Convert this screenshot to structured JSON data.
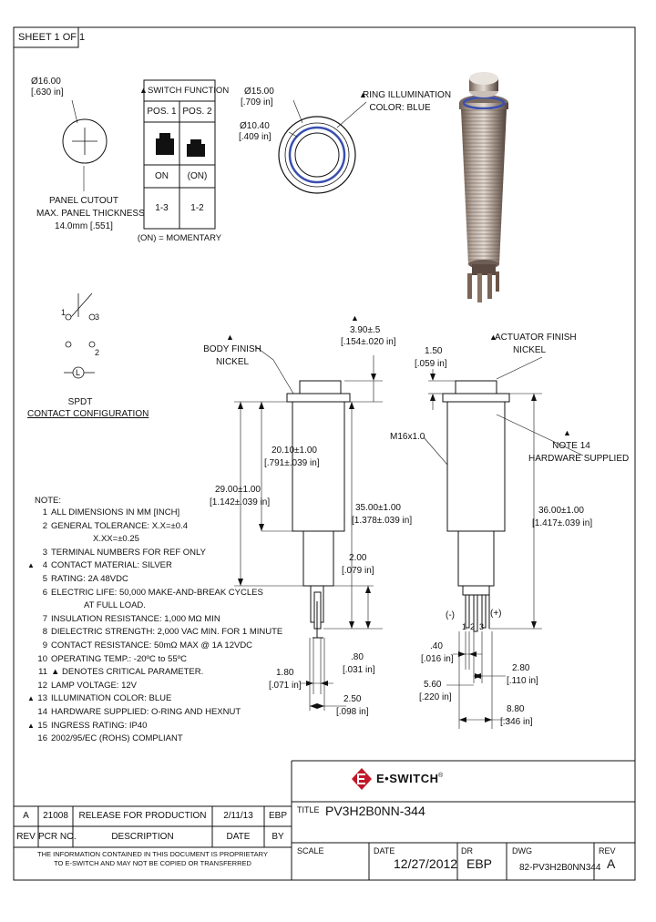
{
  "sheet": "SHEET 1 OF 1",
  "panel_cutout": {
    "dia_mm": "Ø16.00",
    "dia_in": "[.630 in]",
    "caption": [
      "PANEL CUTOUT",
      "MAX. PANEL THICKNESS",
      "14.0mm [.551]"
    ]
  },
  "switch_function": {
    "title": "SWITCH FUNCTION",
    "headers": [
      "POS. 1",
      "POS. 2"
    ],
    "states": [
      "ON",
      "(ON)"
    ],
    "contacts": [
      "1-3",
      "1-2"
    ],
    "footnote": "(ON) = MOMENTARY"
  },
  "front_view": {
    "dia1_mm": "Ø15.00",
    "dia1_in": "[.709 in]",
    "dia2_mm": "Ø10.40",
    "dia2_in": "[.409 in]",
    "ring_label": [
      "RING ILLUMINATION",
      "COLOR: BLUE"
    ]
  },
  "spdt": {
    "pins": [
      "1",
      "3",
      "2",
      "L"
    ],
    "caption": [
      "SPDT",
      "CONTACT CONFIGURATION"
    ]
  },
  "side_left": {
    "body_finish": [
      "BODY FINISH",
      "NICKEL"
    ],
    "dim_top_mm": "3.90±.5",
    "dim_top_in": "[.154±.020 in]",
    "dim_body_mm": "20.10±1.00",
    "dim_body_in": "[.791±.039 in]",
    "dim_len_mm": "29.00±1.00",
    "dim_len_in": "[1.142±.039 in]",
    "dim_tot_mm": "35.00±1.00",
    "dim_tot_in": "[1.378±.039 in]",
    "dim_term_mm": "2.00",
    "dim_term_in": "[.079 in]",
    "dim_pin_mm": ".80",
    "dim_pin_in": "[.031 in]",
    "dim_slot_mm": "1.80",
    "dim_slot_in": "[.071 in]",
    "dim_pitch_mm": "2.50",
    "dim_pitch_in": "[.098 in]"
  },
  "side_right": {
    "actuator_finish": [
      "ACTUATOR FINISH",
      "NICKEL"
    ],
    "dim_act_mm": "1.50",
    "dim_act_in": "[.059 in]",
    "thread": "M16x1.0",
    "note14": [
      "NOTE 14",
      "HARDWARE SUPPLIED"
    ],
    "dim_tot_mm": "36.00±1.00",
    "dim_tot_in": "[1.417±.039 in]",
    "minus": "(-)",
    "plus": "(+)",
    "pin_labels": [
      "1",
      "2",
      "3"
    ],
    "dim_a_mm": ".40",
    "dim_a_in": "[.016 in]",
    "dim_b_mm": "5.60",
    "dim_b_in": "[.220 in]",
    "dim_c_mm": "2.80",
    "dim_c_in": "[.110 in]",
    "dim_d_mm": "8.80",
    "dim_d_in": "[.346 in]"
  },
  "notes": {
    "title": "NOTE:",
    "items": [
      {
        "n": "1",
        "crit": false,
        "text": "ALL DIMENSIONS IN MM [INCH]"
      },
      {
        "n": "2",
        "crit": false,
        "text": "GENERAL TOLERANCE: X.X=±0.4"
      },
      {
        "n": "",
        "crit": false,
        "text": "X.XX=±0.25"
      },
      {
        "n": "3",
        "crit": false,
        "text": "TERMINAL NUMBERS FOR REF ONLY"
      },
      {
        "n": "4",
        "crit": true,
        "text": "CONTACT MATERIAL: SILVER"
      },
      {
        "n": "5",
        "crit": false,
        "text": "RATING: 2A 48VDC"
      },
      {
        "n": "6",
        "crit": false,
        "text": "ELECTRIC LIFE: 50,000 MAKE-AND-BREAK CYCLES"
      },
      {
        "n": "",
        "crit": false,
        "text": "AT FULL LOAD."
      },
      {
        "n": "7",
        "crit": false,
        "text": "INSULATION RESISTANCE: 1,000 MΩ MIN"
      },
      {
        "n": "8",
        "crit": false,
        "text": "DIELECTRIC STRENGTH: 2,000 VAC MIN. FOR 1 MINUTE"
      },
      {
        "n": "9",
        "crit": false,
        "text": "CONTACT RESISTANCE: 50mΩ MAX @ 1A 12VDC"
      },
      {
        "n": "10",
        "crit": false,
        "text": "OPERATING TEMP.: -20ºC to 55ºC"
      },
      {
        "n": "11",
        "crit": false,
        "text": "▲ DENOTES CRITICAL PARAMETER."
      },
      {
        "n": "12",
        "crit": false,
        "text": "LAMP VOLTAGE: 12V"
      },
      {
        "n": "13",
        "crit": true,
        "text": "ILLUMINATION COLOR: BLUE"
      },
      {
        "n": "14",
        "crit": false,
        "text": "HARDWARE SUPPLIED: O-RING AND HEXNUT"
      },
      {
        "n": "15",
        "crit": true,
        "text": "INGRESS RATING: IP40"
      },
      {
        "n": "16",
        "crit": false,
        "text": "2002/95/EC (ROHS) COMPLIANT"
      }
    ]
  },
  "logo": {
    "text": "E•SWITCH",
    "reg": "®",
    "color": "#c0182a"
  },
  "title_block": {
    "title_label": "TITLE",
    "title": "PV3H2B0NN-344",
    "scale_label": "SCALE",
    "date_label": "DATE",
    "date": "12/27/2012",
    "dr_label": "DR",
    "dr": "EBP",
    "dwg_label": "DWG",
    "dwg": "82-PV3H2B0NN344",
    "rev_label": "REV",
    "rev": "A"
  },
  "revision": {
    "row": {
      "rev": "A",
      "pcr": "21008",
      "desc": "RELEASE FOR PRODUCTION",
      "date": "2/11/13",
      "by": "EBP"
    },
    "headers": {
      "rev": "REV",
      "pcr": "PCR NO.",
      "desc": "DESCRIPTION",
      "date": "DATE",
      "by": "BY"
    },
    "proprietary": [
      "THE INFORMATION CONTAINED IN THIS DOCUMENT IS PROPRIETARY",
      "TO E-SWITCH AND MAY NOT BE COPIED OR TRANSFERRED"
    ]
  },
  "colors": {
    "ring": "#3a4fb0",
    "line": "#111111"
  }
}
